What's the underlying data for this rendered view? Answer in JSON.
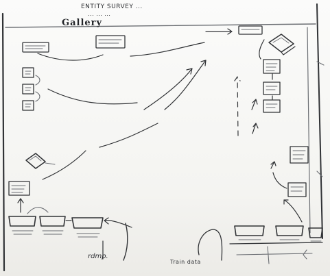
{
  "header": {
    "line1": "ENTITY SURVEY ...",
    "line2": "... ... ...",
    "title": "Gallery"
  },
  "annotations": {
    "bottom_left_note": "rdmp.",
    "bottom_center_note": "Train data"
  },
  "colors": {
    "ink": "#303235",
    "paper": "#f7f6f3",
    "edge": "#6b6e73"
  }
}
